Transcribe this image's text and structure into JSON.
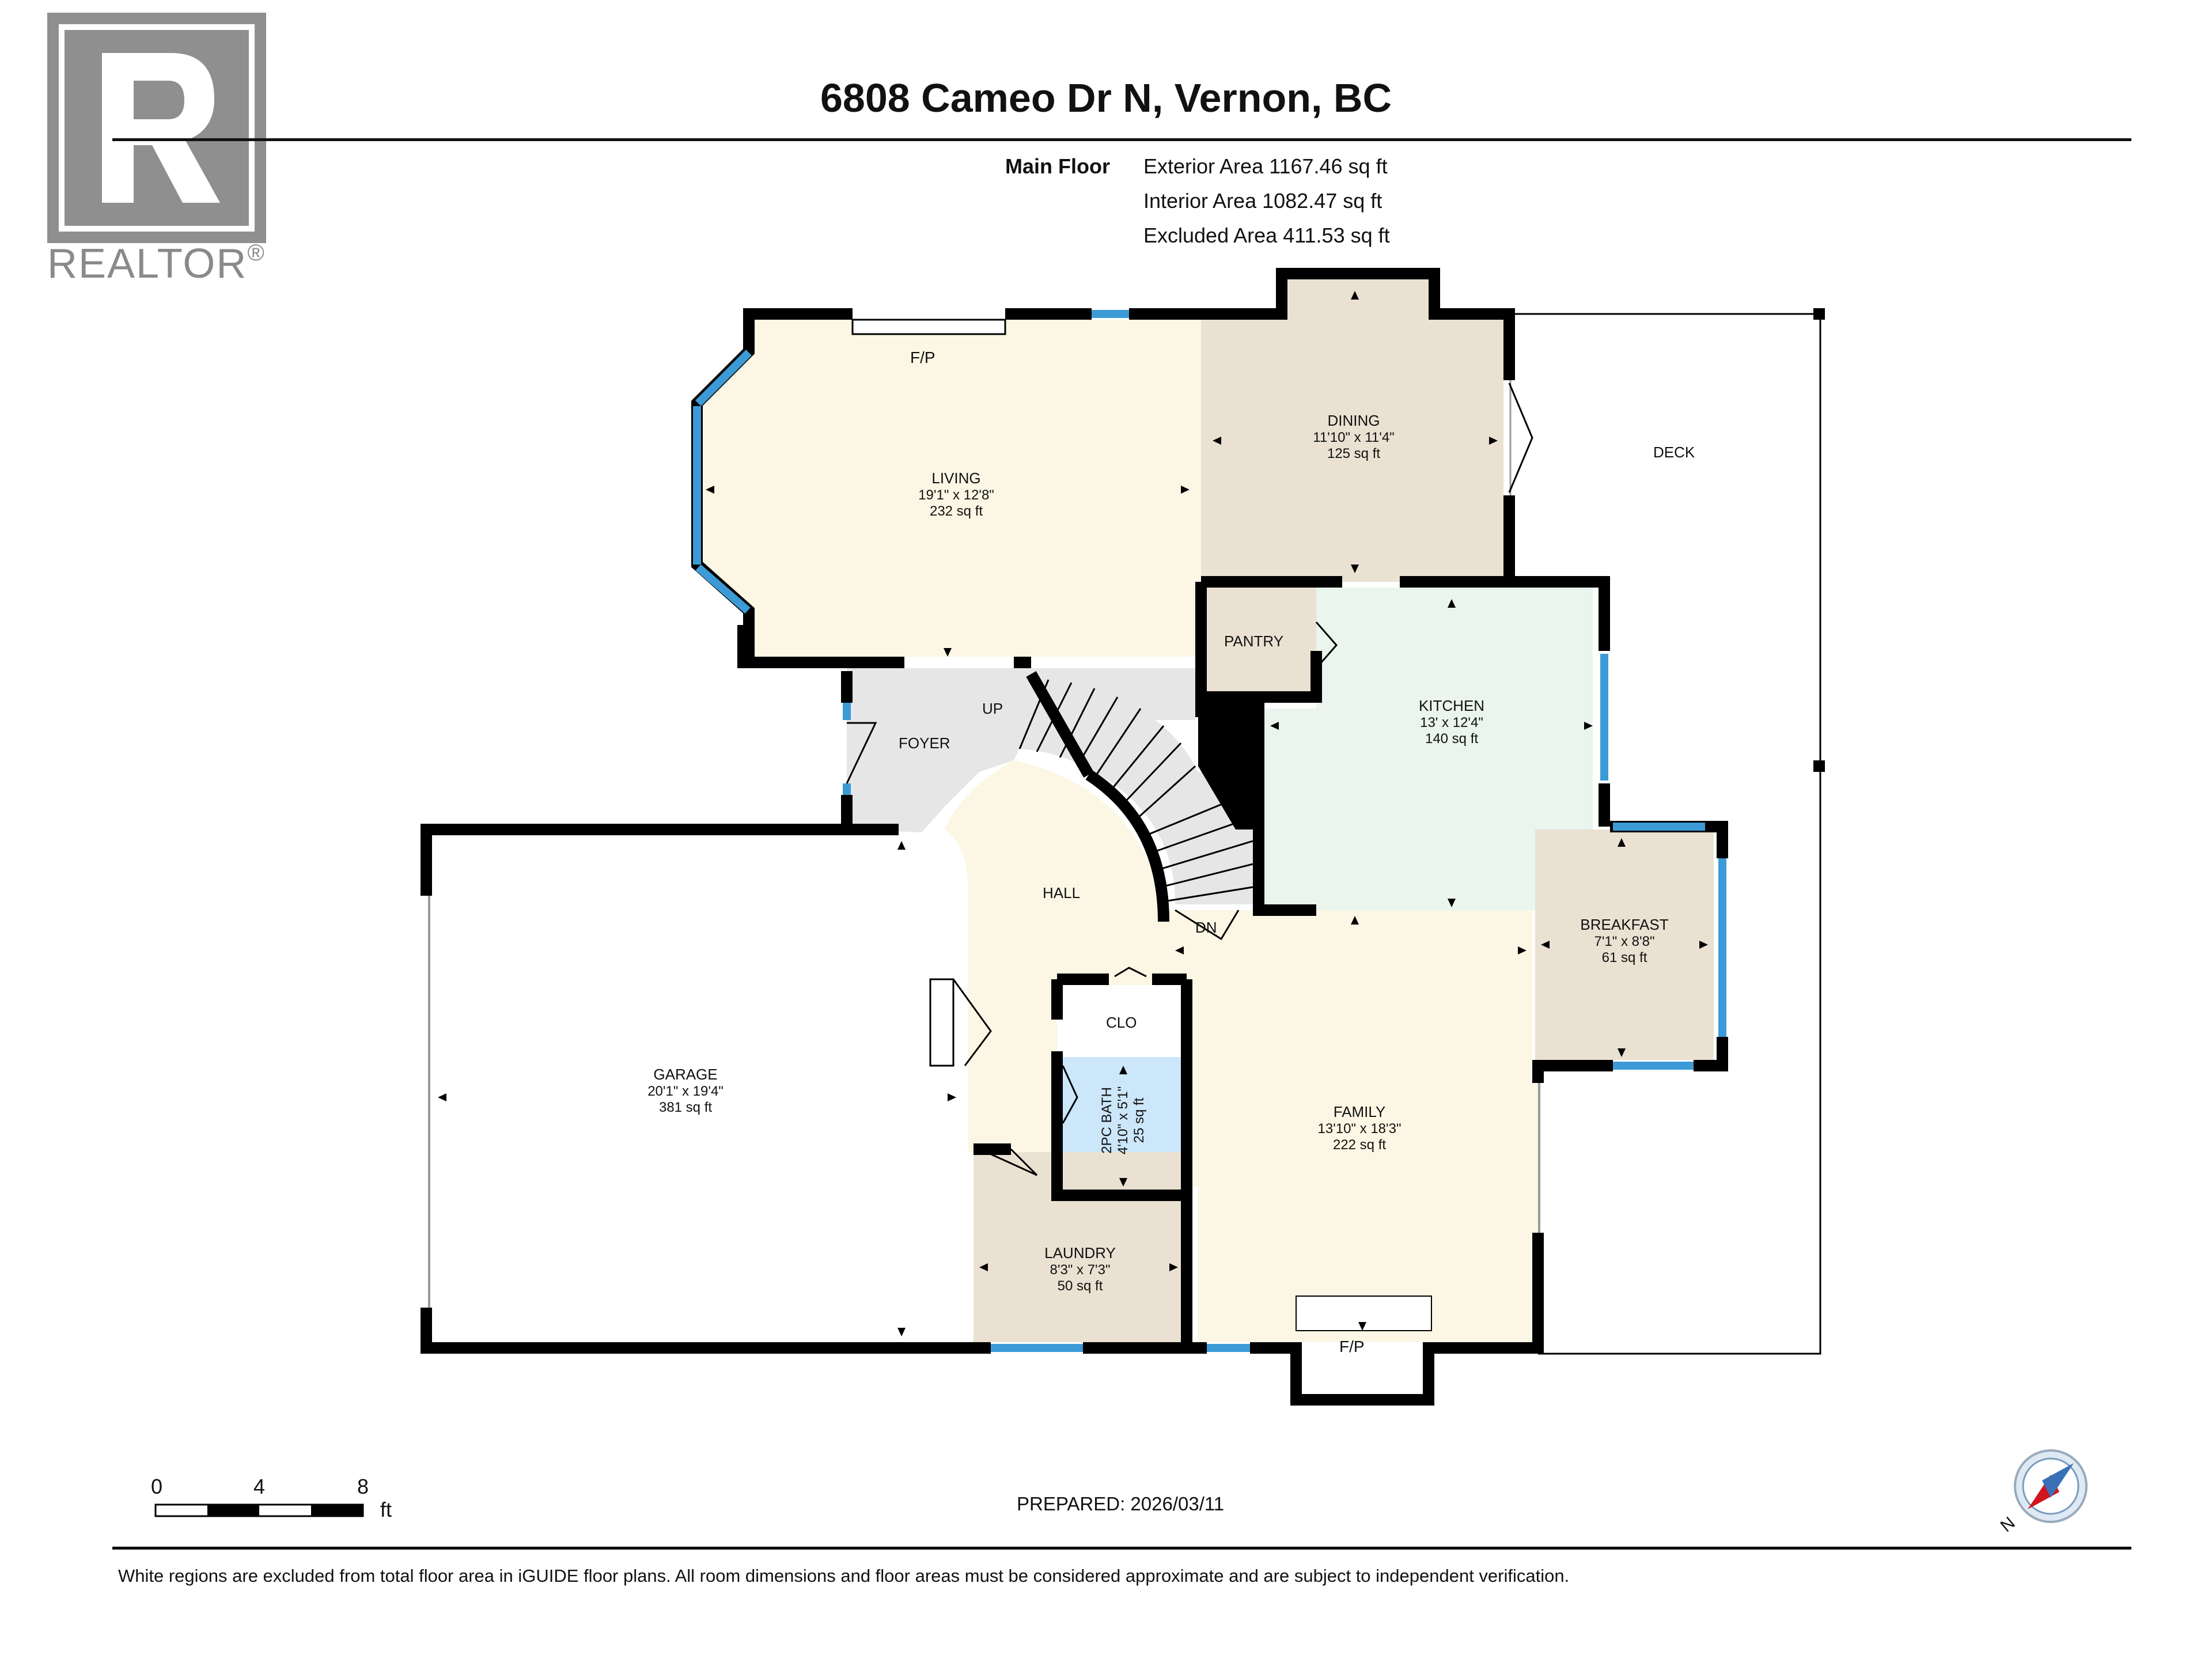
{
  "logo": {
    "brand_text": "REALTOR",
    "registered_mark": "®",
    "icon": "realtor-r-logo-icon"
  },
  "title": "6808 Cameo Dr N, Vernon, BC",
  "floor_summary": {
    "floor_label": "Main Floor",
    "exterior_area": "Exterior Area 1167.46 sq ft",
    "interior_area": "Interior Area 1082.47 sq ft",
    "excluded_area": "Excluded Area 411.53 sq ft"
  },
  "rooms": {
    "living": {
      "name": "LIVING",
      "dims": "19'1\" x 12'8\"",
      "area": "232 sq ft"
    },
    "dining": {
      "name": "DINING",
      "dims": "11'10\" x 11'4\"",
      "area": "125 sq ft"
    },
    "deck": {
      "name": "DECK"
    },
    "pantry": {
      "name": "PANTRY"
    },
    "kitchen": {
      "name": "KITCHEN",
      "dims": "13' x 12'4\"",
      "area": "140 sq ft"
    },
    "foyer": {
      "name": "FOYER"
    },
    "stairs_up": {
      "name": "UP"
    },
    "stairs_down": {
      "name": "DN"
    },
    "hall": {
      "name": "HALL"
    },
    "breakfast": {
      "name": "BREAKFAST",
      "dims": "7'1\" x 8'8\"",
      "area": "61 sq ft"
    },
    "clo": {
      "name": "CLO"
    },
    "garage": {
      "name": "GARAGE",
      "dims": "20'1\" x 19'4\"",
      "area": "381 sq ft"
    },
    "bath": {
      "name": "2PC BATH",
      "dims": "4'10\" x 5'1\"",
      "area": "25 sq ft"
    },
    "family": {
      "name": "FAMILY",
      "dims": "13'10\" x 18'3\"",
      "area": "222 sq ft"
    },
    "laundry": {
      "name": "LAUNDRY",
      "dims": "8'3\" x 7'3\"",
      "area": "50 sq ft"
    },
    "fireplace_living": {
      "name": "F/P"
    },
    "fireplace_family": {
      "name": "F/P"
    }
  },
  "scale_bar": {
    "ticks": [
      "0",
      "4",
      "8"
    ],
    "unit": "ft"
  },
  "compass": {
    "label": "N",
    "icon": "compass-icon"
  },
  "prepared": "PREPARED: 2026/03/11",
  "footnote": "White regions are excluded from total floor area in iGUIDE floor plans. All room dimensions and floor areas must be considered approximate and are subject to independent verification.",
  "colors": {
    "living": "#fbf7e4",
    "dining": "#eae1d2",
    "kitchen": "#e9f5ed",
    "foyer_hall": "#e6e6e6",
    "hall_family": "#fbf7e4",
    "breakfast": "#eae1d2",
    "bath": "#cce6fa",
    "laundry": "#eae1d2",
    "pantry": "#eae1d2",
    "wall": "#000000",
    "window": "#3c9bd6"
  }
}
